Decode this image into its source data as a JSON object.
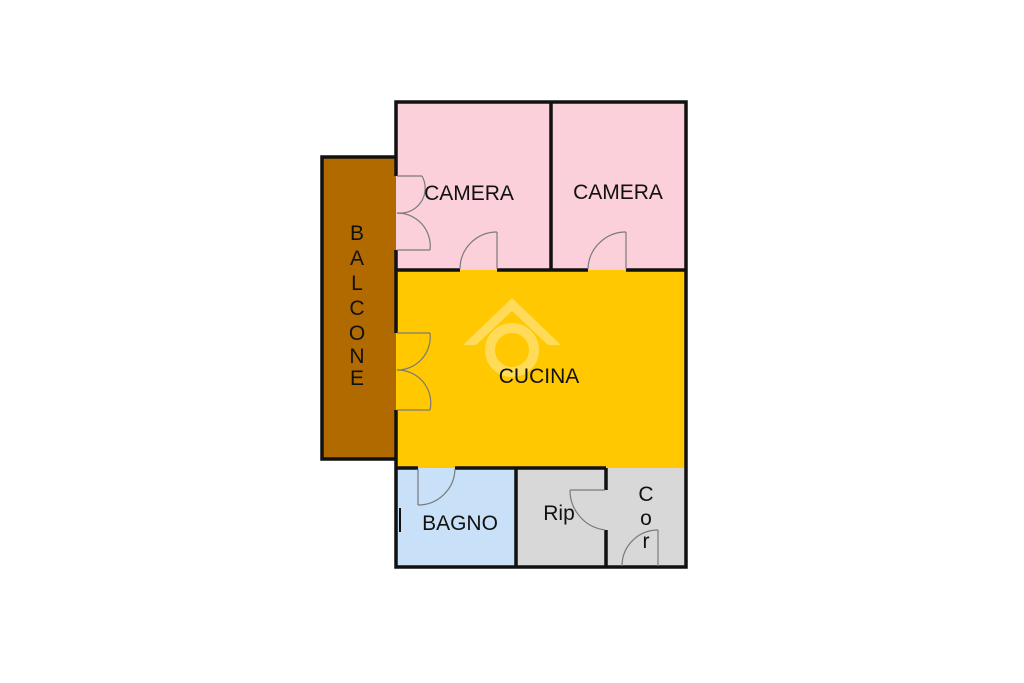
{
  "rooms": {
    "camera_left": "CAMERA",
    "camera_right": "CAMERA",
    "balcone_letters": [
      "B",
      "A",
      "L",
      "C",
      "O",
      "N",
      "E"
    ],
    "cucina": "CUCINA",
    "bagno": "BAGNO",
    "ripostiglio": "Rip",
    "corridoio_letters": [
      "C",
      "o",
      "r"
    ]
  },
  "colors": {
    "camera": "#fcd0da",
    "balcone": "#b06a00",
    "cucina": "#ffc800",
    "bagno": "#c8e0f8",
    "service": "#d8d8d8",
    "wall": "#111111"
  },
  "icons": [
    "house-watermark-icon"
  ]
}
